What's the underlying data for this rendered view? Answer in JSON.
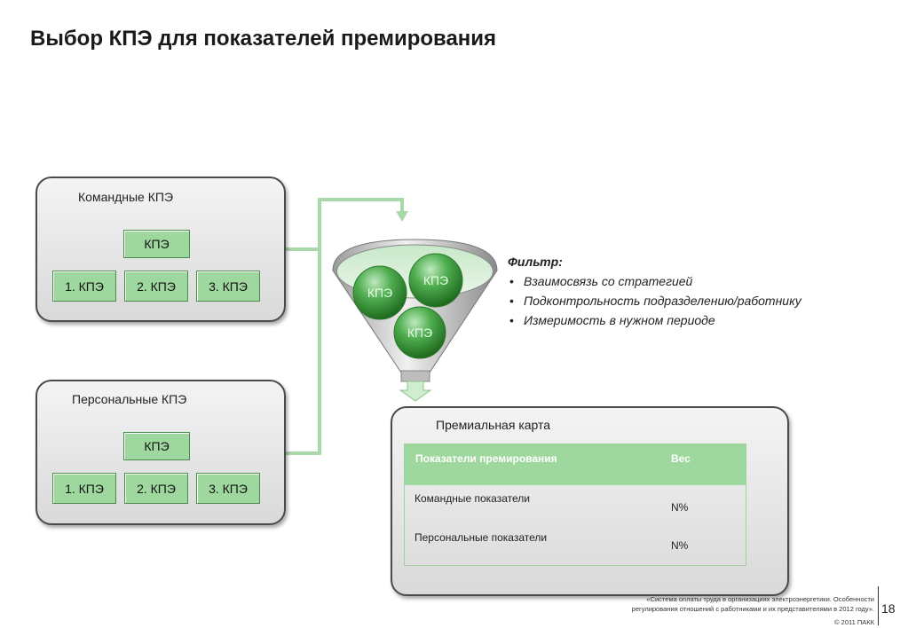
{
  "title": "Выбор  КПЭ для показателей премирования",
  "team_group": {
    "title": "Командные КПЭ",
    "top": "КПЭ",
    "children": [
      "1. КПЭ",
      "2. КПЭ",
      "3. КПЭ"
    ]
  },
  "personal_group": {
    "title": "Персональные  КПЭ",
    "top": "КПЭ",
    "children": [
      "1. КПЭ",
      "2. КПЭ",
      "3. КПЭ"
    ]
  },
  "funnel": {
    "balls": [
      "КПЭ",
      "КПЭ",
      "КПЭ"
    ]
  },
  "filter": {
    "heading": "Фильтр:",
    "items": [
      "Взаимосвязь со стратегией",
      "Подконтрольность подразделению/работнику",
      "Измеримость в нужном периоде"
    ]
  },
  "bonus_card": {
    "title": "Премиальная карта",
    "headers": [
      "Показатели премирования",
      "Вес"
    ],
    "rows": [
      {
        "label": "Командные показатели",
        "weight": "N%"
      },
      {
        "label": "Персональные показатели",
        "weight": "N%"
      }
    ]
  },
  "footer": {
    "line1": "«Система оплаты труда в организациях электроэнергетики. Особенности",
    "line2": "регулирования отношений с работниками и их представителями в 2012 году».",
    "line3": "© 2011 ПАКК",
    "page": "18"
  },
  "colors": {
    "kpi_green": "#9fd89f",
    "connector_green": "#a9d8a9",
    "ball_green": "#3f9a3f"
  }
}
